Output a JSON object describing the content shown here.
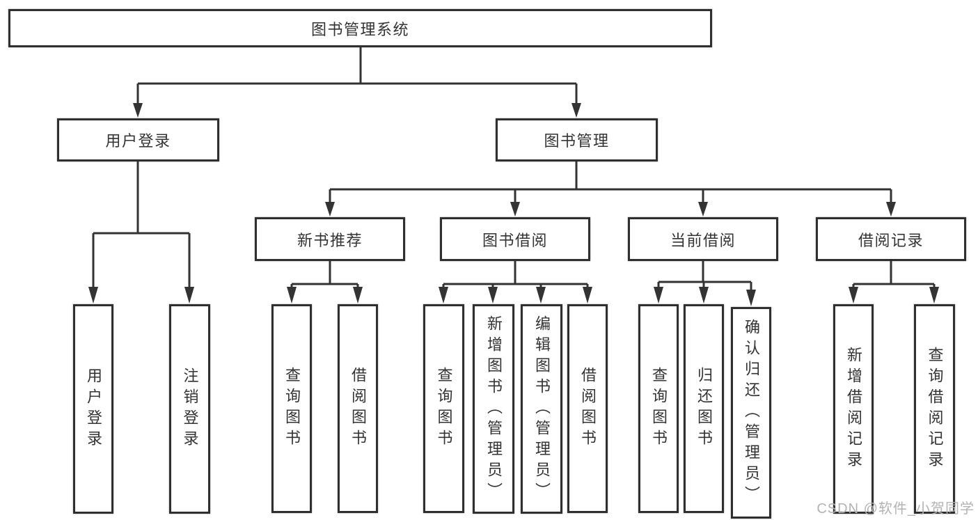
{
  "colors": {
    "line": "#333333",
    "box_border": "#2f2f2f",
    "text": "#333333",
    "watermark": "#b3b3b3",
    "background": "#ffffff"
  },
  "watermark": {
    "text": "CSDN @软件_小贺同学"
  },
  "diagram": {
    "root": {
      "label": "图书管理系统"
    },
    "branches": {
      "user_login": {
        "label": "用户登录",
        "children": {
          "login": {
            "label": "用户登录"
          },
          "logout": {
            "label": "注销登录"
          }
        }
      },
      "book_mgmt": {
        "label": "图书管理",
        "groups": {
          "new_book": {
            "label": "新书推荐",
            "children": {
              "query": {
                "label": "查询图书"
              },
              "borrow": {
                "label": "借阅图书"
              }
            }
          },
          "borrowing": {
            "label": "图书借阅",
            "children": {
              "query": {
                "label": "查询图书"
              },
              "add": {
                "label": "新增图书（管理员）"
              },
              "edit": {
                "label": "编辑图书（管理员）"
              },
              "borrow": {
                "label": "借阅图书"
              }
            }
          },
          "current": {
            "label": "当前借阅",
            "children": {
              "query": {
                "label": "查询图书"
              },
              "return": {
                "label": "归还图书"
              },
              "confirm": {
                "label": "确认归还（管理员）"
              }
            }
          },
          "records": {
            "label": "借阅记录",
            "children": {
              "add": {
                "label": "新增借阅记录"
              },
              "query": {
                "label": "查询借阅记录"
              }
            }
          }
        }
      }
    }
  }
}
